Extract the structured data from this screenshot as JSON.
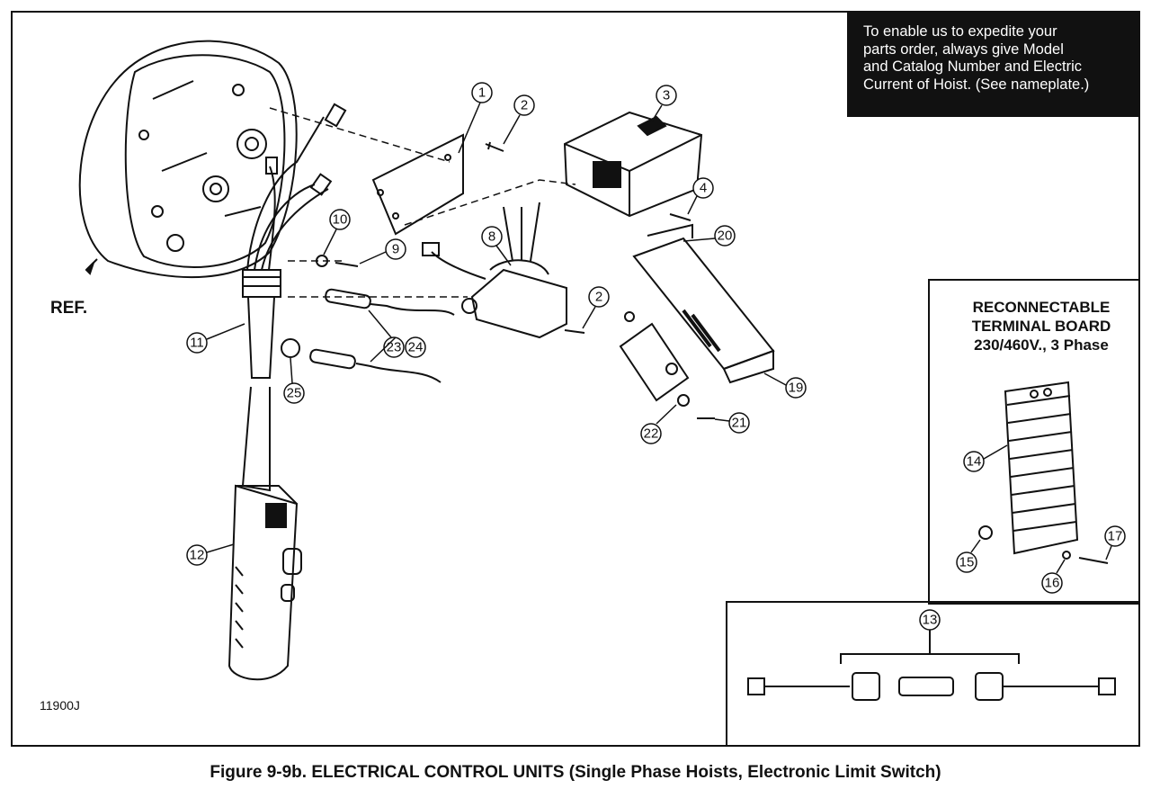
{
  "notice": {
    "lines": [
      "To enable us to expedite your",
      "parts order, always give Model",
      "and Catalog Number and Electric",
      "Current of Hoist. (See nameplate.)"
    ]
  },
  "terminal_board": {
    "title_lines": [
      "RECONNECTABLE",
      "TERMINAL BOARD",
      "230/460V., 3 Phase"
    ]
  },
  "ref_label": "REF.",
  "drawing_number": "11900J",
  "caption": "Figure 9-9b. ELECTRICAL CONTROL UNITS (Single Phase Hoists, Electronic Limit Switch)",
  "callouts": [
    "1",
    "2",
    "3",
    "4",
    "8",
    "10",
    "9",
    "2",
    "20",
    "11",
    "23",
    "24",
    "25",
    "19",
    "22",
    "21",
    "12",
    "14",
    "15",
    "16",
    "17",
    "13"
  ]
}
